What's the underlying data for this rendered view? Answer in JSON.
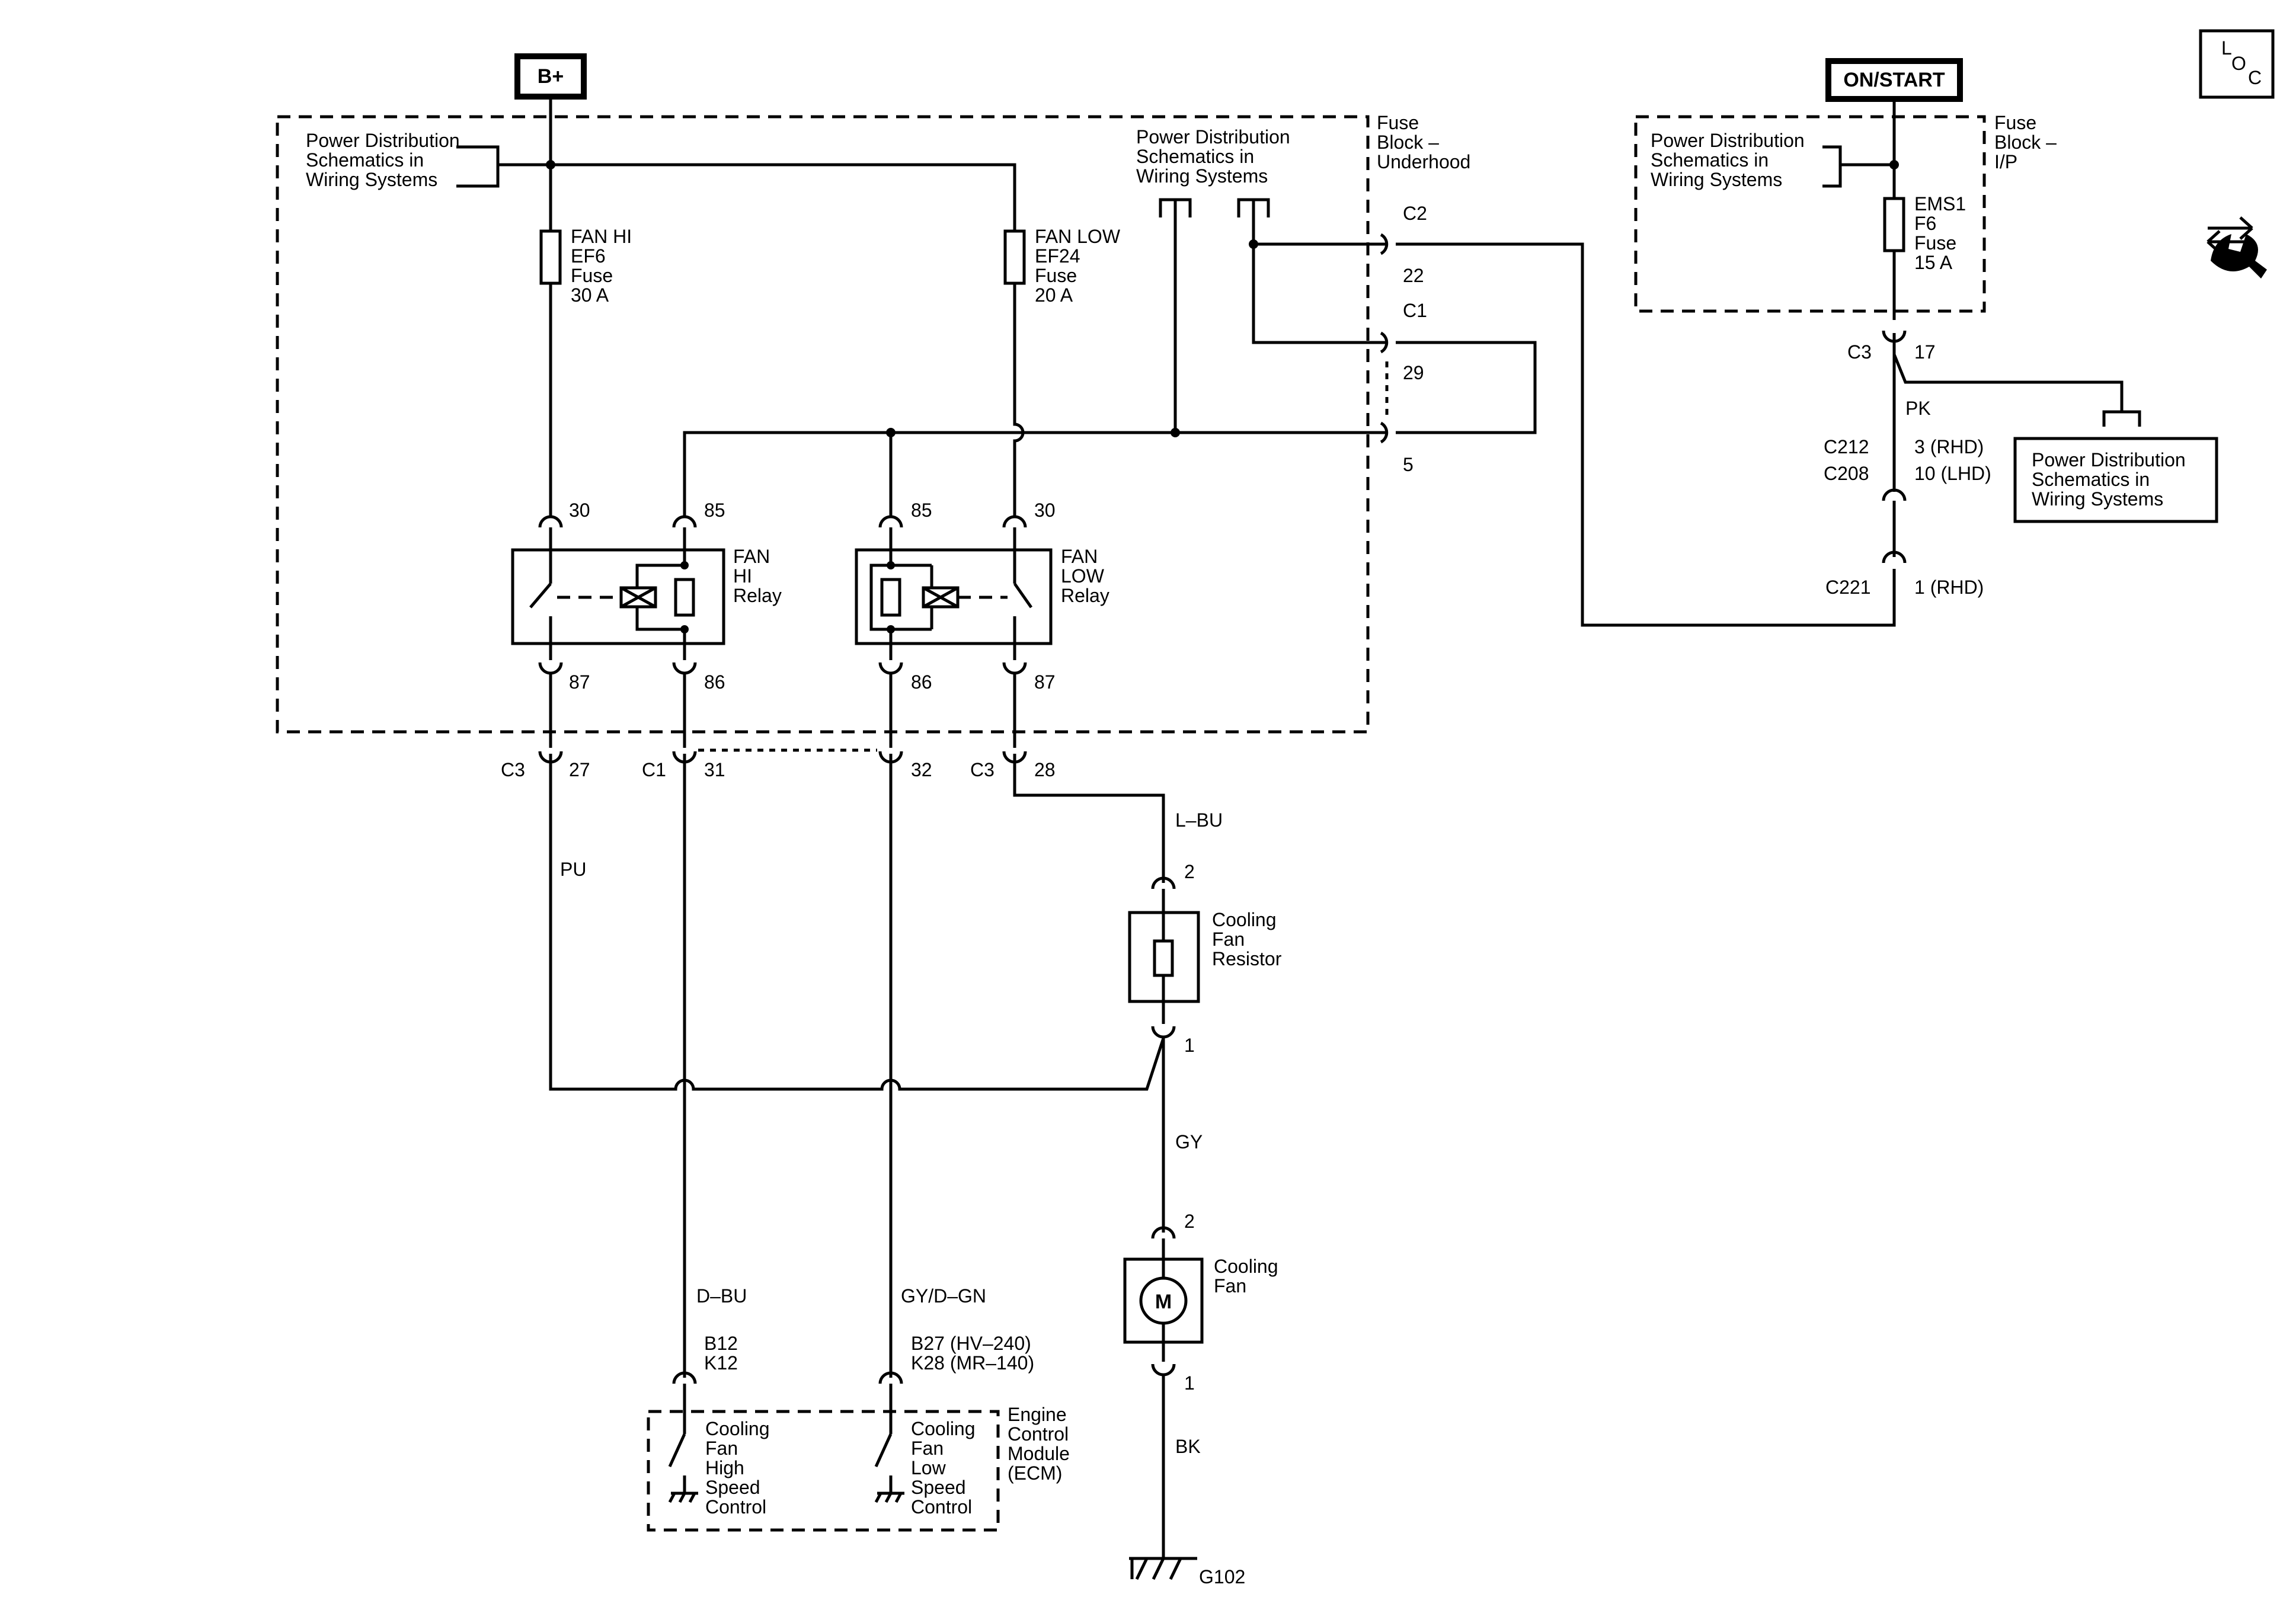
{
  "sources": {
    "battery": "B+",
    "ignition": "ON/START"
  },
  "fuse_block_underhood": {
    "title": [
      "Fuse",
      "Block –",
      "Underhood"
    ]
  },
  "fuse_block_ip": {
    "title": [
      "Fuse",
      "Block –",
      "I/P"
    ]
  },
  "power_dist_ref": [
    "Power Distribution",
    "Schematics in",
    "Wiring Systems"
  ],
  "fuses": {
    "fan_hi": [
      "FAN HI",
      "EF6",
      "Fuse",
      "30 A"
    ],
    "fan_low": [
      "FAN LOW",
      "EF24",
      "Fuse",
      "20 A"
    ],
    "ems1": [
      "EMS1",
      "F6",
      "Fuse",
      "15 A"
    ]
  },
  "relays": {
    "fan_hi": {
      "label": [
        "FAN",
        "HI",
        "Relay"
      ],
      "pins": [
        "30",
        "85",
        "87",
        "86"
      ]
    },
    "fan_low": {
      "label": [
        "FAN",
        "LOW",
        "Relay"
      ],
      "pins": [
        "85",
        "30",
        "86",
        "87"
      ]
    }
  },
  "connectors": {
    "c2": "C2",
    "c2_pin": "22",
    "c1": "C1",
    "c1_pin_29": "29",
    "c1_pin_5": "5",
    "c3_27": "C3",
    "pin_27": "27",
    "c1_31": "C1",
    "pin_31": "31",
    "pin_32": "32",
    "c3_28": "C3",
    "pin_28": "28",
    "c3_17": "C3",
    "pin_17": "17",
    "c212": "C212",
    "c208": "C208",
    "c212_pin": "3 (RHD)",
    "c208_pin": "10 (LHD)",
    "c221": "C221",
    "c221_pin": "1 (RHD)",
    "resistor_pin_2": "2",
    "resistor_pin_1": "1",
    "fan_pin_2": "2",
    "fan_pin_1": "1",
    "ecm_b12": "B12",
    "ecm_k12": "K12",
    "ecm_b27": "B27 (HV–240)",
    "ecm_k28": "K28 (MR–140)"
  },
  "wires": {
    "pu": "PU",
    "lbu": "L–BU",
    "gy": "GY",
    "dbu": "D–BU",
    "gydgn": "GY/D–GN",
    "bk": "BK",
    "pk": "PK"
  },
  "components": {
    "resistor": [
      "Cooling",
      "Fan",
      "Resistor"
    ],
    "fan": [
      "Cooling",
      "Fan"
    ],
    "fan_motor_symbol": "M",
    "ecm": [
      "Engine",
      "Control",
      "Module",
      "(ECM)"
    ],
    "high_speed_control": [
      "Cooling",
      "Fan",
      "High",
      "Speed",
      "Control"
    ],
    "low_speed_control": [
      "Cooling",
      "Fan",
      "Low",
      "Speed",
      "Control"
    ],
    "ground": "G102"
  },
  "loc_icon": {
    "l": "L",
    "o": "O",
    "c": "C"
  },
  "icons": {
    "loc": "location-icon",
    "service": "service-tools-icon"
  }
}
